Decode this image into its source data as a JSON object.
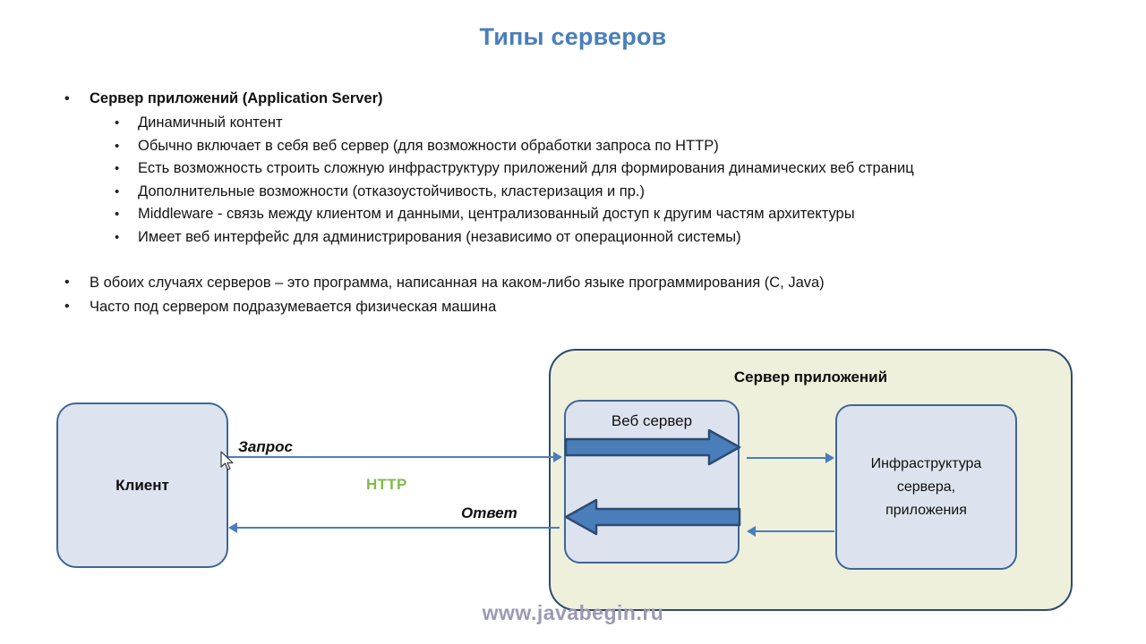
{
  "slide": {
    "title": "Типы серверов",
    "watermark": "www.javabegin.ru"
  },
  "content": {
    "section_heading": "Сервер приложений (Application Server)",
    "bullet_marker": "•",
    "sub_bullets": [
      "Динамичный контент",
      "Обычно включает в себя веб сервер (для возможности обработки запроса по HTTP)",
      "Есть возможность строить сложную инфраструктуру приложений для формирования динамических веб страниц",
      "Дополнительные возможности (отказоустойчивость, кластеризация и пр.)",
      "Middleware - связь между клиентом и данными, централизованный доступ к другим частям архитектуры",
      "Имеет веб интерфейс для администрирования (независимо от операционной системы)"
    ],
    "closing_bullets": [
      "В обоих случаях серверов – это программа, написанная на каком-либо языке программирования (C, Java)",
      "Часто под сервером подразумевается физическая машина"
    ]
  },
  "diagram": {
    "app_server_title": "Сервер приложений",
    "client_label": "Клиент",
    "web_server_label": "Веб сервер",
    "infrastructure_lines": [
      "Инфраструктура",
      "сервера,",
      "приложения"
    ],
    "request_label": "Запрос",
    "response_label": "Ответ",
    "protocol_label": "HTTP",
    "colors": {
      "title_blue": "#4a7ebb",
      "app_server_fill": "#eef0dc",
      "app_server_border": "#2e4b6e",
      "box_fill": "#dde3ee",
      "box_border": "#3f6694",
      "arrow_blue": "#4a7ebb",
      "block_arrow_fill": "#4a7ebb",
      "block_arrow_stroke": "#2e4b6e",
      "protocol_green": "#7fbb4a",
      "watermark_gray": "#9a9ab4"
    }
  }
}
